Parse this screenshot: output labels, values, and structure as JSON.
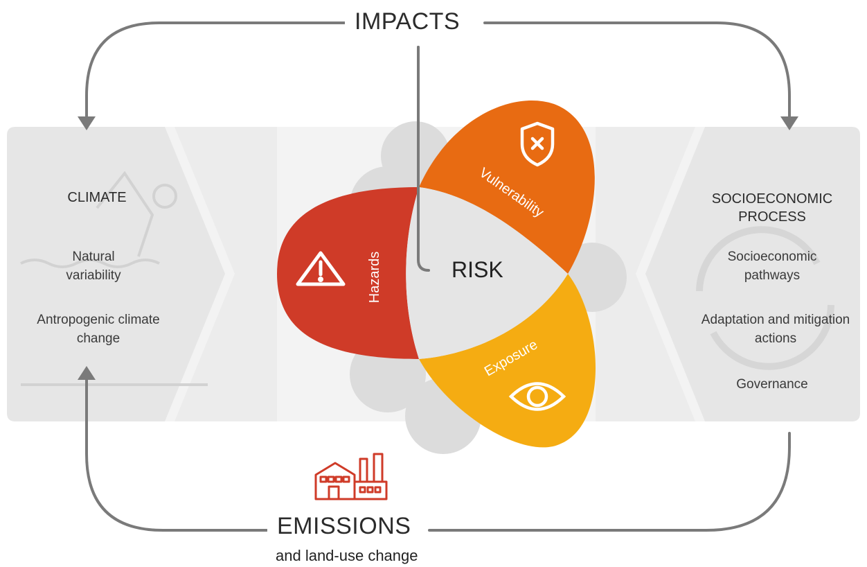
{
  "top_label": "IMPACTS",
  "bottom_label": "EMISSIONS",
  "bottom_sublabel": "and land-use change",
  "center_label": "RISK",
  "petals": {
    "hazards": {
      "label": "Hazards",
      "color": "#cf3b28",
      "icon": "warning-triangle-icon"
    },
    "vulnerability": {
      "label": "Vulnerability",
      "color": "#e86b12",
      "icon": "shield-x-icon"
    },
    "exposure": {
      "label": "Exposure",
      "color": "#f5ac12",
      "icon": "eye-icon"
    }
  },
  "left_panel": {
    "heading": "CLIMATE",
    "items": [
      "Natural variability",
      "Antropogenic climate change"
    ]
  },
  "right_panel": {
    "heading": "SOCIOECONOMIC PROCESS",
    "items": [
      "Socioeconomic pathways",
      "Adaptation and mitigation actions",
      "Governance"
    ]
  },
  "colors": {
    "panel": "#e6e6e6",
    "band": "#f3f3f3",
    "arrow": "#7a7a7a",
    "center": "#e5e5e5",
    "factory": "#cf3b28"
  }
}
